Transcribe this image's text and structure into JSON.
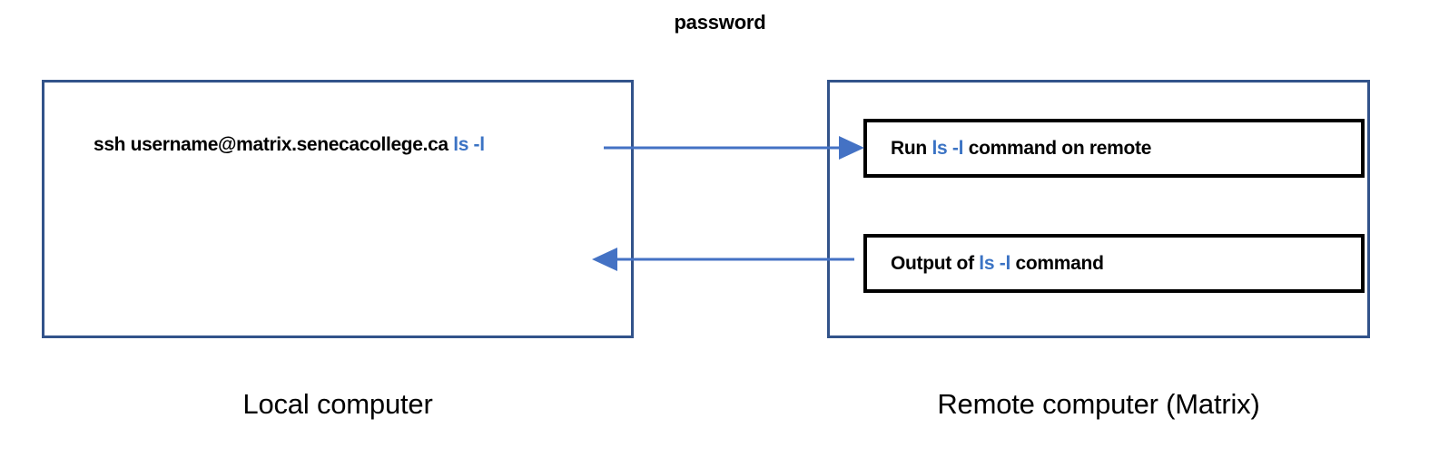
{
  "diagram": {
    "top_label": "password",
    "local": {
      "caption": "Local computer",
      "command_prefix": "ssh username@matrix.senecacollege.ca ",
      "command_option": "ls -l"
    },
    "remote": {
      "caption": "Remote computer (Matrix)",
      "actions": [
        {
          "prefix": "Run ",
          "highlight": "ls -l",
          "suffix": " command on remote"
        },
        {
          "prefix": "Output of ",
          "highlight": "ls -l",
          "suffix": " command"
        }
      ]
    },
    "arrows": [
      {
        "name": "request-arrow",
        "direction": "right"
      },
      {
        "name": "response-arrow",
        "direction": "left"
      }
    ],
    "colors": {
      "box_border": "#32538A",
      "arrow": "#4472C4",
      "highlight_text": "#3B73C4",
      "action_border": "#000000",
      "text": "#000000",
      "background": "#FFFFFF"
    }
  }
}
